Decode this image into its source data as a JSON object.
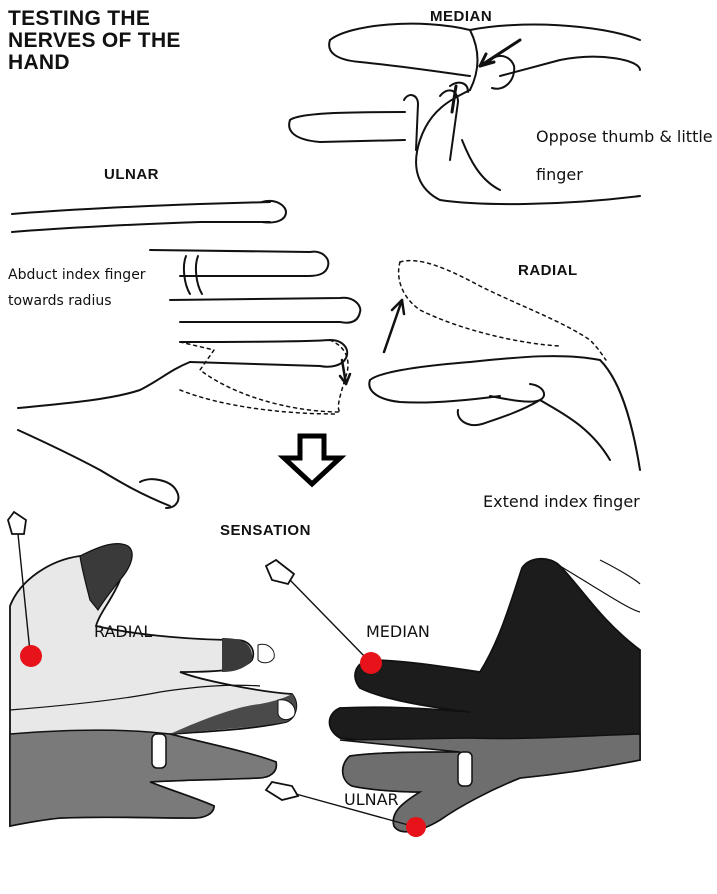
{
  "title": "TESTING THE NERVES OF THE HAND",
  "motor_tests": {
    "median": {
      "label": "MEDIAN",
      "instruction": "Oppose thumb & little finger"
    },
    "ulnar": {
      "label": "ULNAR",
      "instruction": "Abduct index finger towards radius"
    },
    "radial": {
      "label": "RADIAL",
      "instruction": "Extend index finger"
    }
  },
  "sensation": {
    "label": "SENSATION",
    "regions": {
      "radial": "RADIAL",
      "median": "MEDIAN",
      "ulnar": "ULNAR"
    }
  },
  "colors": {
    "ink": "#111111",
    "median_zone": "#1c1c1c",
    "ulnar_zone": "#6e6e6e",
    "radial_zone": "#dcdcdc",
    "pin_point": "#e8121a"
  },
  "icons": [
    "down-arrow-icon",
    "needle-icon",
    "red-dot-icon"
  ]
}
